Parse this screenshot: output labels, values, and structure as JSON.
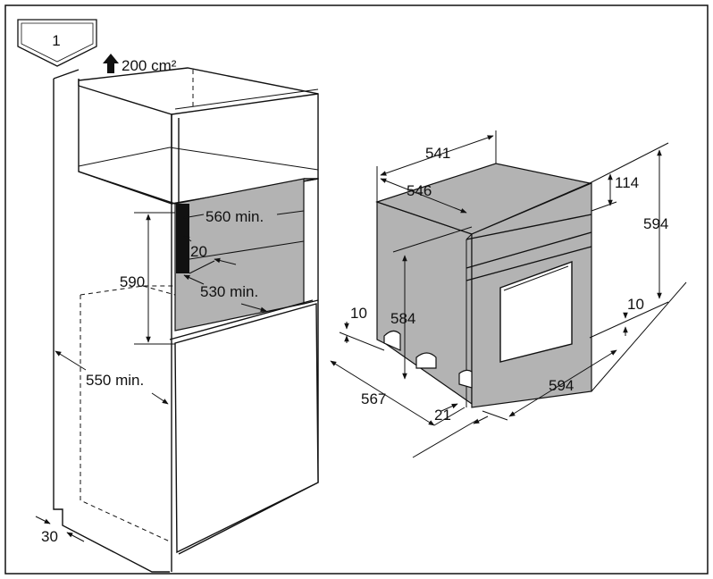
{
  "figure": {
    "step_number": "1",
    "ventilation": "200 cm²",
    "cabinet": {
      "opening_width": "560 min.",
      "opening_height": "590",
      "opening_depth": "530 min.",
      "gap": "20",
      "depth": "550 min.",
      "plinth": "30"
    },
    "oven": {
      "depth_top": "541",
      "depth_body": "546",
      "top_offset": "114",
      "height": "594",
      "side_height": "584",
      "foot_height": "10",
      "bottom_offset": "10",
      "total_depth": "567",
      "front_thickness": "21",
      "width": "594"
    }
  }
}
